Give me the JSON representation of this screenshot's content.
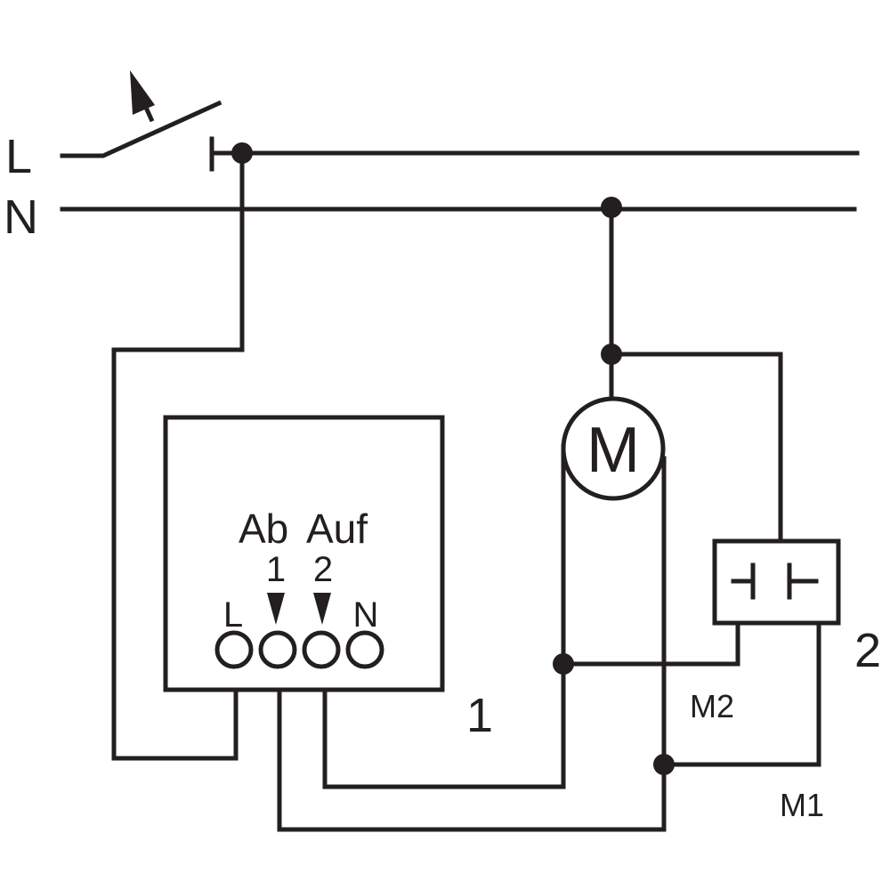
{
  "diagram": {
    "line_labels": {
      "L": "L",
      "N": "N"
    },
    "actuator": {
      "number": "1",
      "direction_labels": {
        "ab": "Ab",
        "auf": "Auf"
      },
      "channel_numbers": {
        "ch1": "1",
        "ch2": "2"
      },
      "terminal_labels": {
        "L": "L",
        "N": "N"
      }
    },
    "motor": {
      "symbol": "M"
    },
    "limit_switch": {
      "number": "2",
      "outputs": {
        "m1": "M1",
        "m2": "M2"
      }
    },
    "colors": {
      "ink": "#231f20",
      "background": "#ffffff"
    }
  }
}
